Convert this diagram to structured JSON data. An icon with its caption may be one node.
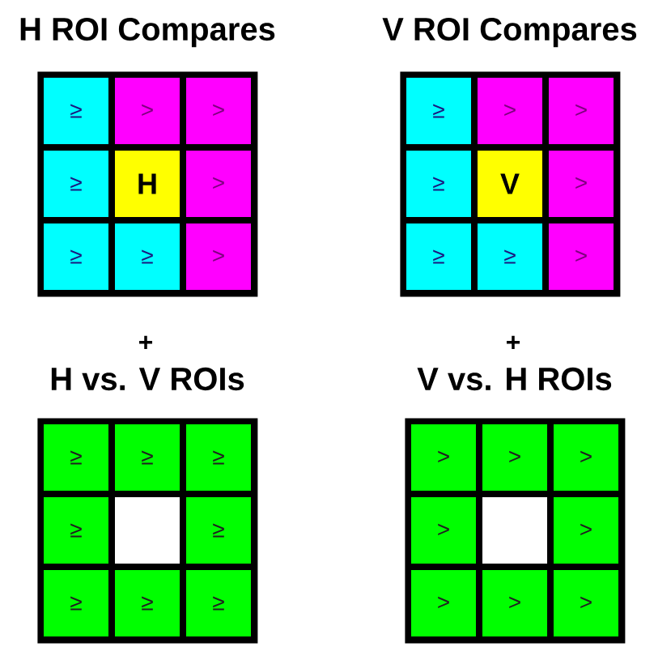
{
  "diagram": {
    "nodes": [
      {
        "text": [
          "H ROI Compares"
        ]
      },
      {
        "text": [
          "≥"
        ],
        "in": 0
      },
      {
        "text": [
          ">"
        ],
        "in": 0
      },
      {
        "text": [
          ">"
        ],
        "in": 0
      },
      {
        "text": [
          "≥"
        ],
        "in": 0
      },
      {
        "text": [
          "H"
        ],
        "in": 0
      },
      {
        "text": [
          ">"
        ],
        "in": 0
      },
      {
        "text": [
          "≥"
        ],
        "in": 0
      },
      {
        "text": [
          "≥"
        ],
        "in": 0
      },
      {
        "text": [
          ">"
        ],
        "in": 0
      },
      {
        "text": [
          "V ROI Compares"
        ]
      },
      {
        "text": [
          "≥"
        ],
        "in": 10
      },
      {
        "text": [
          ">"
        ],
        "in": 10
      },
      {
        "text": [
          ">"
        ],
        "in": 10
      },
      {
        "text": [
          "≥"
        ],
        "in": 10
      },
      {
        "text": [
          "V"
        ],
        "in": 10
      },
      {
        "text": [
          ">"
        ],
        "in": 10
      },
      {
        "text": [
          "≥"
        ],
        "in": 10
      },
      {
        "text": [
          "≥"
        ],
        "in": 10
      },
      {
        "text": [
          ">"
        ],
        "in": 10
      },
      {
        "text": [
          "H vs. V ROIs"
        ]
      },
      {
        "text": [
          "≥"
        ],
        "in": 20
      },
      {
        "text": [
          "≥"
        ],
        "in": 20
      },
      {
        "text": [
          "≥"
        ],
        "in": 20
      },
      {
        "text": [
          "≥"
        ],
        "in": 20
      },
      {
        "text": [],
        "shape": "box",
        "in": 20
      },
      {
        "text": [
          "≥"
        ],
        "in": 20
      },
      {
        "text": [
          "≥"
        ],
        "in": 20
      },
      {
        "text": [
          "≥"
        ],
        "in": 20
      },
      {
        "text": [
          "≥"
        ],
        "in": 20
      },
      {
        "text": [
          "V vs. H ROIs"
        ]
      },
      {
        "text": [
          ">"
        ],
        "in": 30
      },
      {
        "text": [
          ">"
        ],
        "in": 30
      },
      {
        "text": [
          ">"
        ],
        "in": 30
      },
      {
        "text": [
          ">"
        ],
        "in": 30
      },
      {
        "text": [],
        "shape": "box",
        "in": 30
      },
      {
        "text": [
          ">"
        ],
        "in": 30
      },
      {
        "text": [
          ">"
        ],
        "in": 30
      },
      {
        "text": [
          ">"
        ],
        "in": 30
      },
      {
        "text": [
          ">"
        ],
        "in": 30
      }
    ],
    "labels": [
      "+",
      "+"
    ]
  }
}
